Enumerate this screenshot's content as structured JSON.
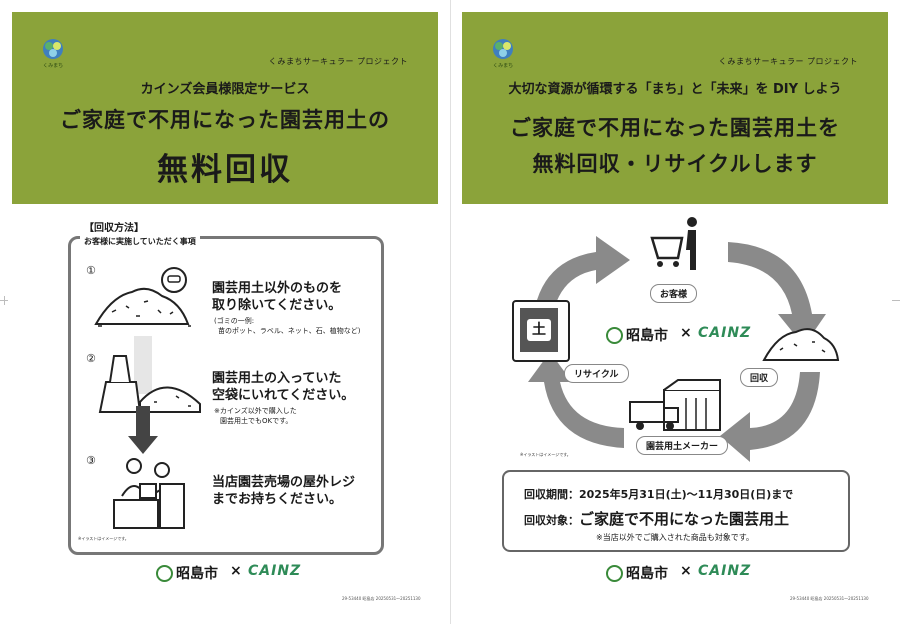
{
  "left": {
    "banner": {
      "logo_text": "くみまち",
      "project": "くみまちサーキュラー プロジェクト",
      "subtitle": "カインズ会員様限定サービス",
      "title": "ご家庭で不用になった園芸用土の",
      "big": "無料回収"
    },
    "method": {
      "heading": "【回収方法】",
      "subheading": "お客様に実施していただく事項",
      "steps": [
        {
          "num": "①",
          "line1": "園芸用土以外のものを",
          "line2": "取り除いてください。",
          "note1": "(ゴミの一例:",
          "note2": "苗のポット、ラベル、ネット、石、植物など)"
        },
        {
          "num": "②",
          "line1": "園芸用土の入っていた",
          "line2": "空袋にいれてください。",
          "note1": "※カインズ以外で購入した",
          "note2": "園芸用土でもOKです。"
        },
        {
          "num": "③",
          "line1": "当店園芸売場の屋外レジ",
          "line2": "までお持ちください。"
        }
      ],
      "illust_note": "※イラストはイメージです。"
    },
    "footer": {
      "city": "昭島市",
      "times": "×",
      "brand": "CAINZ"
    },
    "code": "29-53440  昭島店  20250531〜20251130"
  },
  "right": {
    "banner": {
      "logo_text": "くみまち",
      "project": "くみまちサーキュラー プロジェクト",
      "subtitle": "大切な資源が循環する「まち」と「未来」を DIY しよう",
      "title1": "ご家庭で不用になった園芸用土を",
      "title2": "無料回収・リサイクルします"
    },
    "cycle": {
      "customer": "お客様",
      "collect": "回収",
      "maker": "園芸用土メーカー",
      "recycle": "リサイクル",
      "soil_char": "土",
      "illust_note": "※イラストはイメージです。"
    },
    "center_logo": {
      "city": "昭島市",
      "times": "×",
      "brand": "CAINZ"
    },
    "info": {
      "period_label": "回収期間：",
      "period_value": "2025年5月31日(土)〜11月30日(日)まで",
      "target_label": "回収対象：",
      "target_value": "ご家庭で不用になった園芸用土",
      "note": "※当店以外でご購入された商品も対象です。"
    },
    "footer": {
      "city": "昭島市",
      "times": "×",
      "brand": "CAINZ"
    },
    "code": "29-53440  昭島店  20250531〜20251130"
  },
  "colors": {
    "banner": "#8ba33a",
    "arrow": "#8a8a8a",
    "cainz": "#2e8b57",
    "city": "#3a8a3a"
  }
}
